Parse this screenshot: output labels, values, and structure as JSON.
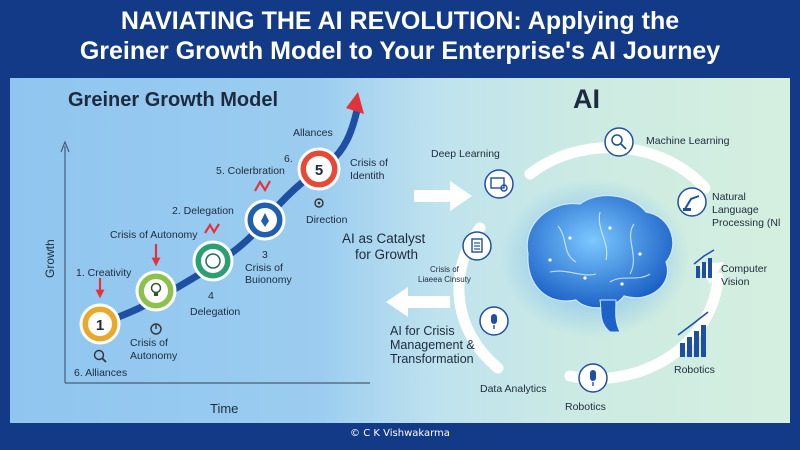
{
  "title": {
    "line1": "NAVIATING THE AI REVOLUTION: Applying the",
    "line2": "Greiner Growth Model to Your Enterprise's AI Journey"
  },
  "left": {
    "heading": "Greiner Growth Model",
    "y_axis": "Growth",
    "x_axis": "Time",
    "stages": [
      {
        "num": "1",
        "icon": "bulb-icon"
      },
      {
        "num": "",
        "icon": "lightbulb-icon"
      },
      {
        "num": "",
        "icon": "compass-icon"
      },
      {
        "num": "",
        "icon": "pen-icon"
      },
      {
        "num": "5",
        "icon": ""
      }
    ],
    "labels": {
      "creativity": "1. Creativity",
      "crisis_autonomy_top": "Crisis of Autonomy",
      "delegation_top": "2. Delegation",
      "coleration": "5. Colerbration",
      "num6": "6.",
      "alliances_top": "Allances",
      "crisis_identity_1": "Crisis of",
      "crisis_identity_2": "Identith",
      "direction": "Direction",
      "three": "3",
      "crisis_buonomy_1": "Crisis of",
      "crisis_buonomy_2": "Buionomy",
      "four": "4",
      "delegation_bottom": "Delegation",
      "crisis_autonomy_b1": "Crisis of",
      "crisis_autonomy_b2": "Autonomy",
      "alliances_bottom": "6. Alliances"
    }
  },
  "right": {
    "heading": "AI",
    "catalyst_1": "AI as Catalyst",
    "catalyst_2": "for Growth",
    "crisis_small_1": "Crisis of",
    "crisis_small_2": "Liaeea Cinsuty",
    "crisis_mgmt_1": "AI for Crisis",
    "crisis_mgmt_2": "Management &",
    "crisis_mgmt_3": "Transformation",
    "deep_learning": "Deep Learning",
    "machine_learning": "Machine Learning",
    "nlp_1": "Natural",
    "nlp_2": "Language",
    "nlp_3": "Processing (Nl",
    "computer_vision_1": "Computer",
    "computer_vision_2": "Vision",
    "robotics_right": "Robotics",
    "robotics_bottom": "Robotics",
    "data_analytics": "Data Analytics"
  },
  "footer": "© C K Vishwakarma",
  "colors": {
    "bg": "#123a86",
    "arrow": "#e2333b",
    "curve": "#1f4fa3",
    "stage1": "#e9a92a",
    "stage2": "#8cc24b",
    "stage3": "#2c9f72",
    "stage4": "#1f5fae",
    "stage5": "#e54a37"
  }
}
